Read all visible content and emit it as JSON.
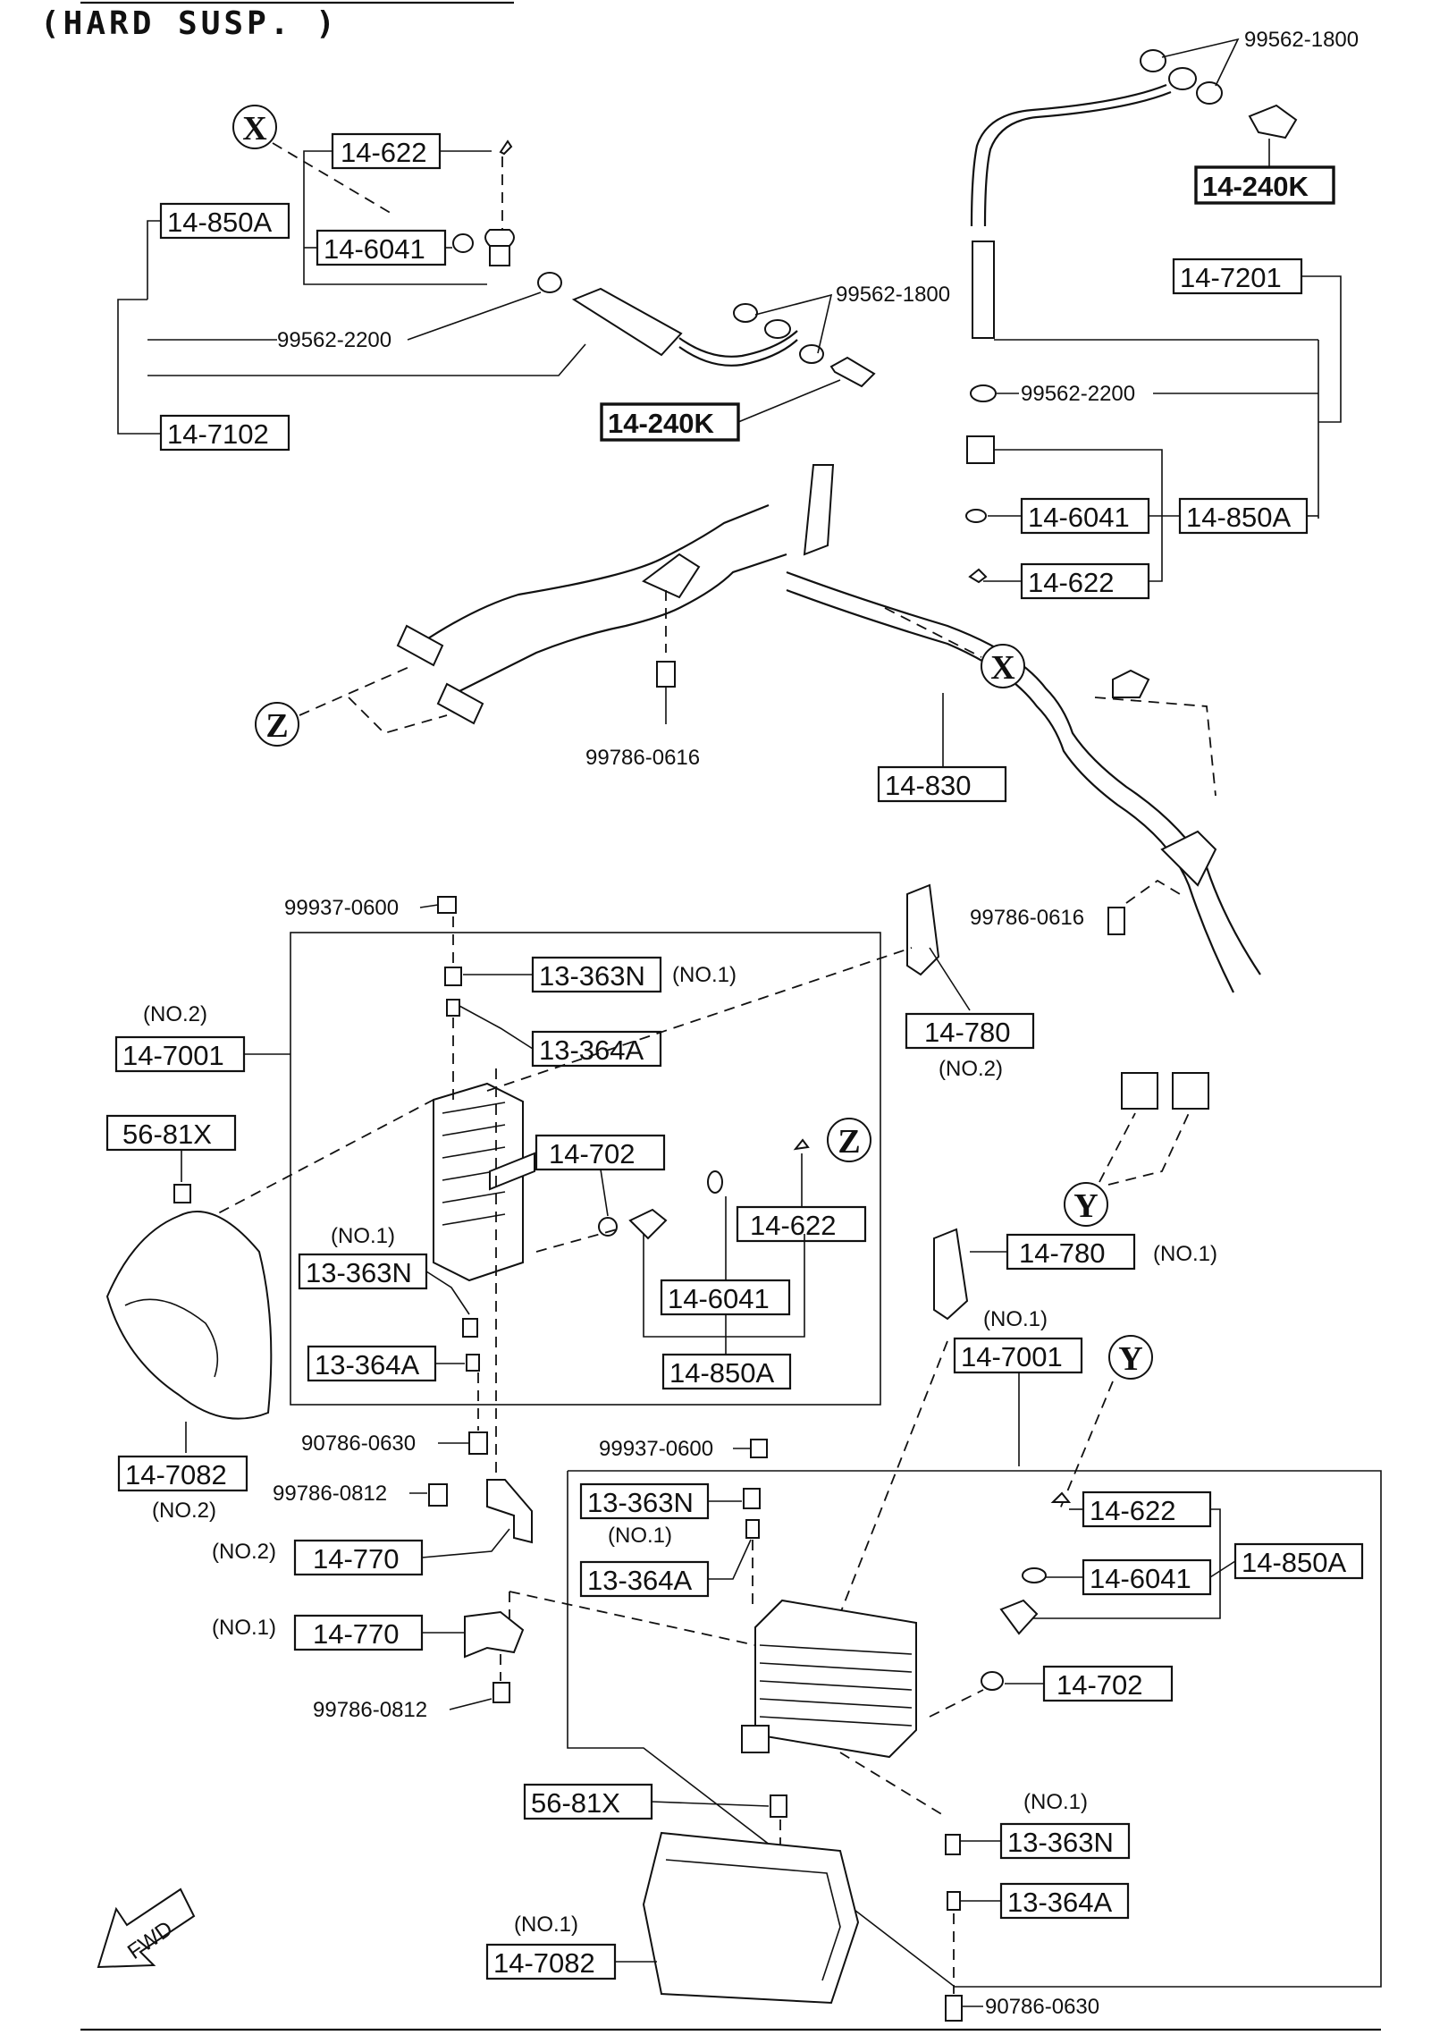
{
  "title": "(HARD  SUSP. )",
  "callouts": {
    "x": "X",
    "y": "Y",
    "z": "Z"
  },
  "boxed_labels": {
    "b01": "14-622",
    "b02": "14-850A",
    "b03": "14-6041",
    "b04": "14-7102",
    "b05": "14-240K",
    "b06": "14-240K",
    "b07": "14-7201",
    "b08": "14-6041",
    "b09": "14-850A",
    "b10": "14-622",
    "b11": "14-830",
    "b12": "13-363N",
    "b13": "14-7001",
    "b14": "13-364A",
    "b15": "14-780",
    "b16": "56-81X",
    "b17": "14-702",
    "b18": "14-622",
    "b19": "13-363N",
    "b20": "14-6041",
    "b21": "13-364A",
    "b22": "14-850A",
    "b23": "14-780",
    "b24": "14-7001",
    "b25": "14-7082",
    "b26": "13-363N",
    "b27": "14-770",
    "b28": "13-364A",
    "b29": "14-622",
    "b30": "14-6041",
    "b31": "14-850A",
    "b32": "14-770",
    "b33": "14-702",
    "b34": "56-81X",
    "b35": "13-363N",
    "b36": "13-364A",
    "b37": "14-7082"
  },
  "plain_labels": {
    "p01": "99562-1800",
    "p02": "99562-2200",
    "p03": "99562-1800",
    "p04": "99562-2200",
    "p05": "99786-0616",
    "p06": "99937-0600",
    "p07": "99786-0616",
    "p08": "90786-0630",
    "p09": "99786-0812",
    "p10": "99937-0600",
    "p11": "99786-0812",
    "p12": "90786-0630"
  },
  "notes": {
    "n01": "(NO.1)",
    "n02": "(NO.2)",
    "n03": "(NO.2)",
    "n04": "(NO.1)",
    "n05": "(NO.1)",
    "n06": "(NO.1)",
    "n07": "(NO.2)",
    "n08": "(NO.1)",
    "n09": "(NO.2)",
    "n10": "(NO.1)",
    "n11": "(NO.1)",
    "n12": "(NO.1)"
  },
  "fwd_arrow": "FWD"
}
